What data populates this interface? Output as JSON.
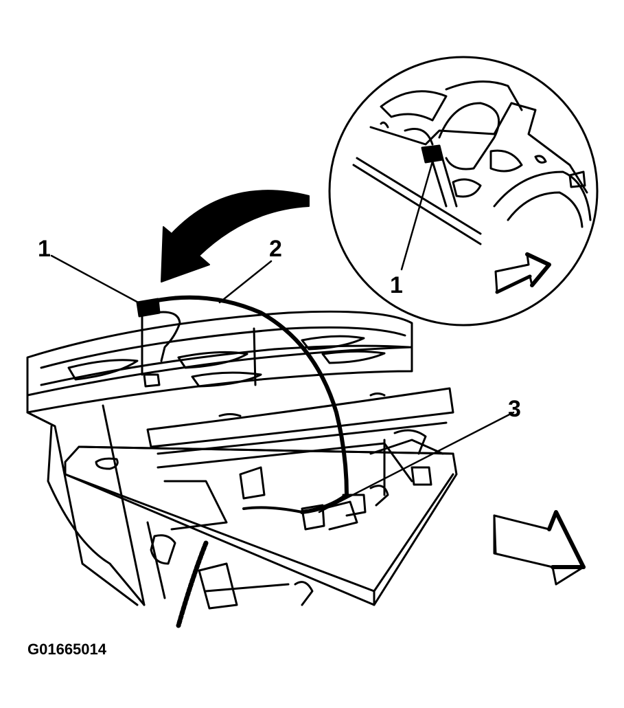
{
  "callouts": {
    "c1_main": "1",
    "c2": "2",
    "c3": "3",
    "c1_detail": "1"
  },
  "figure_id": "G01665014",
  "colors": {
    "ink": "#000000",
    "paper": "#ffffff"
  },
  "icons": {
    "rotate_arrow": "curved-arrow-icon",
    "direction_arrow_main": "forward-arrow-icon",
    "direction_arrow_detail": "forward-arrow-icon"
  }
}
